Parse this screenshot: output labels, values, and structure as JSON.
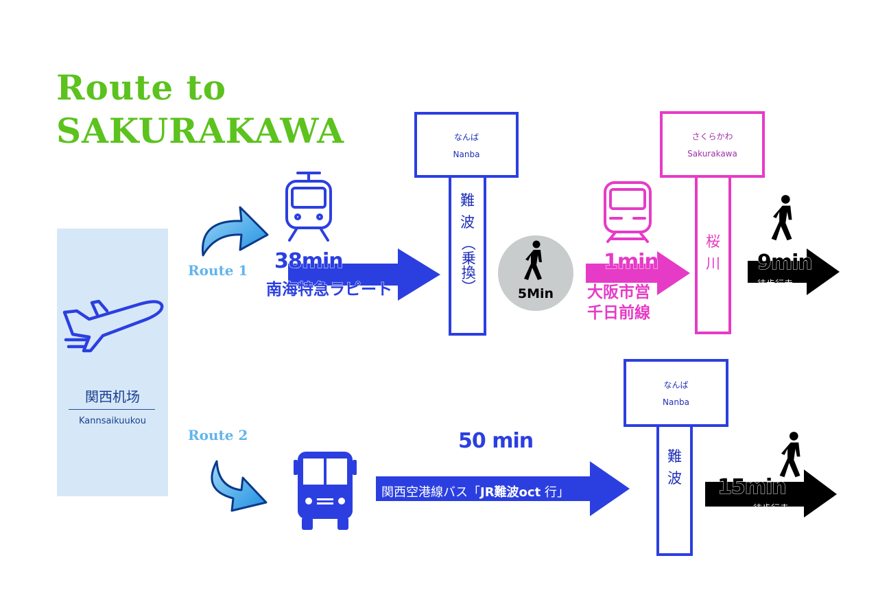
{
  "title": {
    "line1": "Route to",
    "line2": "SAKURAKAWA"
  },
  "colors": {
    "title": "#5cc21e",
    "route_label": "#62b4ec",
    "blue": "#2b3fe0",
    "navy": "#1f2fb8",
    "magenta": "#e63bc6",
    "black": "#000000",
    "panel": "#d6e8f8"
  },
  "airport": {
    "name_jp": "関西机场",
    "name_en": "Kannsaikuukou",
    "icon": "airplane-icon"
  },
  "route1": {
    "label": "Route 1",
    "train": {
      "icon": "train-icon",
      "time": "38min",
      "name": "南海特急ラピート"
    },
    "nanba": {
      "kana": "なんば",
      "romaji": "Nanba",
      "kanji": [
        "難",
        "波"
      ],
      "note": "（乗換）"
    },
    "walk": {
      "icon": "walking-person-icon",
      "time": "5Min"
    },
    "subway": {
      "icon": "subway-icon",
      "time": "1min",
      "line1": "大阪市営",
      "line2": "千日前線"
    },
    "sakurakawa": {
      "kana": "さくらかわ",
      "romaji": "Sakurakawa",
      "kanji": [
        "桜",
        "川"
      ]
    },
    "final_walk": {
      "icon": "walking-person-icon",
      "time": "9min",
      "note": "徒步行走"
    }
  },
  "route2": {
    "label": "Route 2",
    "bus": {
      "icon": "bus-icon",
      "time": "50 min",
      "name": "関西空港線バス「",
      "name_bold": "JR難波oct",
      "name_end": " 行」"
    },
    "nanba": {
      "kana": "なんば",
      "romaji": "Nanba",
      "kanji": [
        "難",
        "波"
      ]
    },
    "final_walk": {
      "icon": "walking-person-icon",
      "time": "15min",
      "note": "徒步行走"
    }
  }
}
